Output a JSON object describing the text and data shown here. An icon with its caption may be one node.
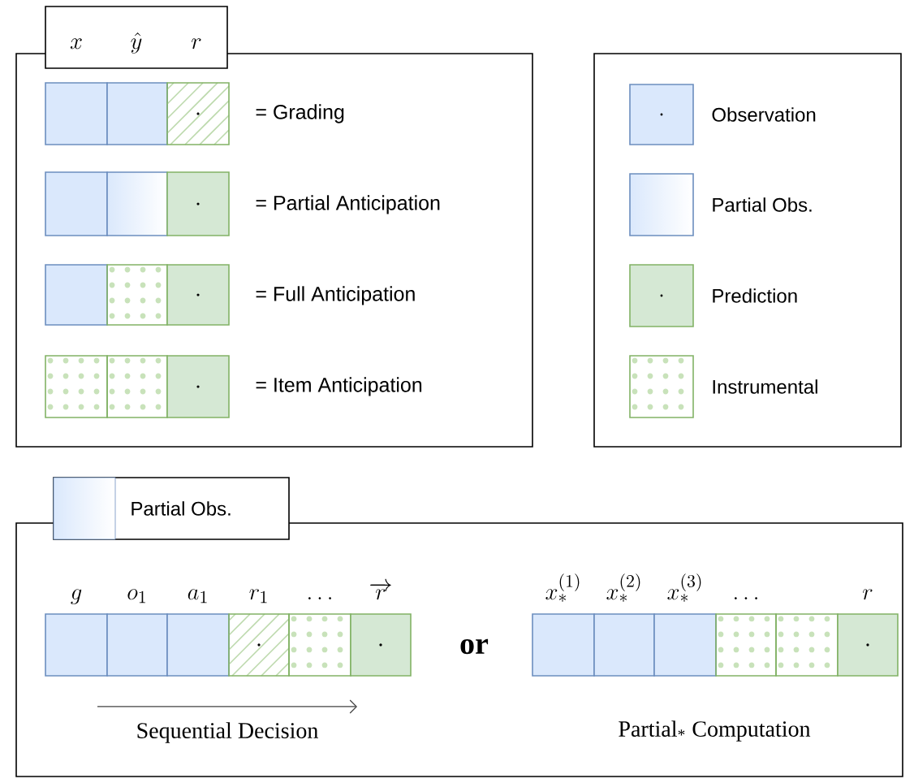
{
  "diagram": {
    "nodes": [
      {
        "text": [],
        "shape": "box"
      },
      {
        "text": [
          "x",
          "\\hat{y}",
          "r"
        ]
      },
      {
        "text": [],
        "in": 0,
        "shape": "box"
      },
      {
        "text": [],
        "in": 0,
        "shape": "box"
      },
      {
        "text": [],
        "in": 0,
        "shape": "box"
      },
      {
        "text": [],
        "in": 0,
        "shape": "box"
      },
      {
        "text": [],
        "in": 0,
        "shape": "box"
      },
      {
        "text": [],
        "in": 0,
        "shape": "box"
      },
      {
        "text": [],
        "in": 0,
        "shape": "box"
      },
      {
        "text": [],
        "in": 0,
        "shape": "box"
      },
      {
        "text": [],
        "in": 0,
        "shape": "box"
      },
      {
        "text": [],
        "in": 0,
        "shape": "box"
      },
      {
        "text": [],
        "in": 0,
        "shape": "box"
      },
      {
        "text": [],
        "in": 0,
        "shape": "box"
      },
      {
        "text": [],
        "shape": "box"
      },
      {
        "text": [
          "Partial Obs."
        ]
      },
      {
        "text": [
          "g"
        ],
        "in": 14
      },
      {
        "text": [
          "o_1"
        ],
        "in": 14
      },
      {
        "text": [
          "a_1"
        ],
        "in": 14
      },
      {
        "text": [
          "r_1"
        ],
        "in": 14
      },
      {
        "text": [
          "\\dots"
        ],
        "in": 14
      },
      {
        "text": [
          "\\overrightarrow{r}"
        ],
        "in": 14
      },
      {
        "text": [
          "x_*^{(1)}"
        ],
        "in": 14
      },
      {
        "text": [
          "x_*^{(2)}"
        ],
        "in": 14
      },
      {
        "text": [
          "x_*^{(3)}"
        ],
        "in": 14
      },
      {
        "text": [
          "\\dots"
        ],
        "in": 14
      },
      {
        "text": [],
        "in": 14,
        "shape": "box"
      },
      {
        "text": [
          "r"
        ],
        "in": 14
      }
    ],
    "labels": [
      "= Grading",
      "= Partial Anticipation",
      "= Full Anticipation",
      "= Item Anticipation",
      "or",
      "Sequential Decision",
      "Partial$_{*}$ Computation"
    ],
    "legend": [
      {
        "text": "Observation",
        "color": "#dae8fc"
      },
      {
        "text": "Partial Obs."
      },
      {
        "text": "Prediction",
        "color": "#d5e8d4"
      },
      {
        "text": "Instrumental"
      }
    ]
  }
}
